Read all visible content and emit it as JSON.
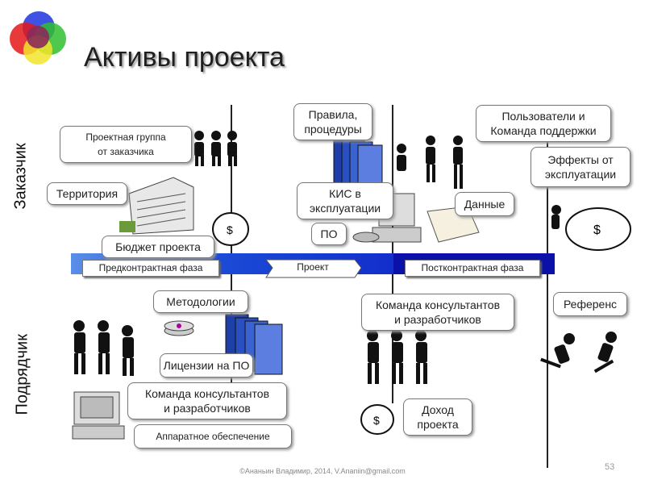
{
  "title": "Активы проекта",
  "rows": {
    "customer": "Заказчик",
    "contractor": "Подрядчик"
  },
  "phases": {
    "pre": "Предконтрактная фаза",
    "project": "Проект",
    "post": "Постконтрактная фаза"
  },
  "callouts": {
    "customer_team": [
      "Проектная группа",
      "от заказчика"
    ],
    "rules": [
      "Правила,",
      "процедуры"
    ],
    "users": [
      "Пользователи и",
      "Команда поддержки"
    ],
    "territory": "Территория",
    "effects": [
      "Эффекты от",
      "эксплуатации"
    ],
    "kis": [
      "КИС в",
      "эксплуатации"
    ],
    "data": "Данные",
    "po": "ПО",
    "budget": "Бюджет проекта",
    "methodologies": "Методологии",
    "consult_team_post": [
      "Команда консультантов",
      "и разработчиков"
    ],
    "reference": "Референс",
    "licenses": "Лицензии на ПО",
    "consult_team_pre": [
      "Команда консультантов",
      "и разработчиков"
    ],
    "income": [
      "Доход",
      "проекта"
    ],
    "hardware": "Аппаратное обеспечение"
  },
  "colors": {
    "bar_dark": "#0a10c8",
    "bar_light": "#3a7de0",
    "binder": "#1f3fa8"
  },
  "footer": "©Ананьин Владимир, 2014, V.Ananiin@gmail.com",
  "page_number": "53"
}
